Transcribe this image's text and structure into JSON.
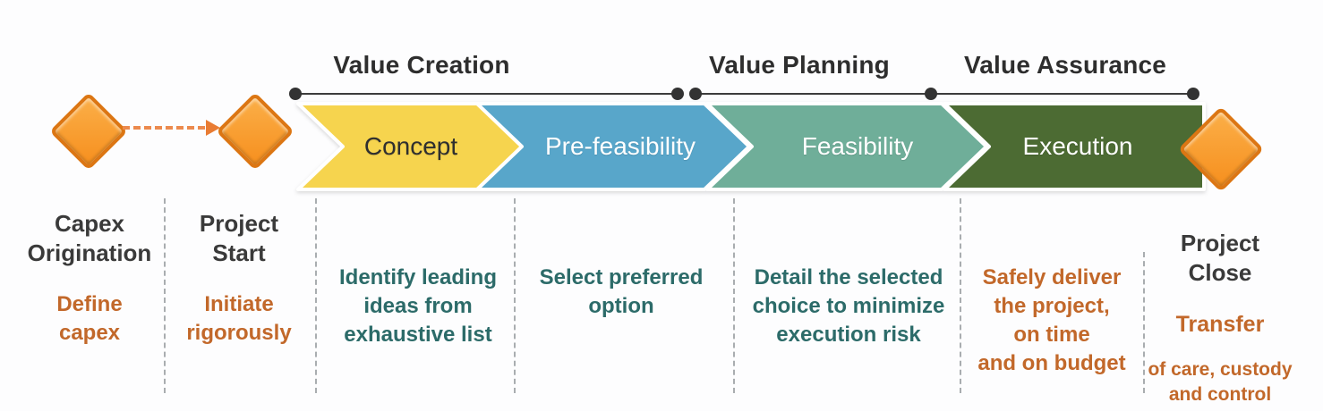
{
  "brackets": [
    {
      "label": "Value Creation"
    },
    {
      "label": "Value Planning"
    },
    {
      "label": "Value Assurance"
    }
  ],
  "phases": [
    {
      "label": "Concept",
      "fill": "#F6D44E",
      "label_color": "#2F2F2F",
      "note": "Identify leading\nideas from\nexhaustive list",
      "note_color": "#2C6B69"
    },
    {
      "label": "Pre-feasibility",
      "fill": "#58A6CA",
      "label_color": "#FFFFFF",
      "note": "Select preferred\noption",
      "note_color": "#2C6B69"
    },
    {
      "label": "Feasibility",
      "fill": "#6FAE99",
      "label_color": "#FFFFFF",
      "note": "Detail the selected\nchoice to minimize\nexecution risk",
      "note_color": "#2C6B69"
    },
    {
      "label": "Execution",
      "fill": "#4C6B33",
      "label_color": "#FFFFFF",
      "note": "Safely deliver\nthe project,\non time\nand on budget",
      "note_color": "#C2682A"
    }
  ],
  "milestones": [
    {
      "title": "Capex\nOrigination",
      "description": "Define\ncapex"
    },
    {
      "title": "Project\nStart",
      "description": "Initiate\nrigorously"
    },
    {
      "title": "Project\nClose",
      "description_lead": "Transfer",
      "description_rest": "of care, custody\nand control"
    }
  ],
  "colors": {
    "diamond_fill": "#F79421",
    "diamond_border": "#DC7613",
    "connector_orange": "#E8834B",
    "bracket_line": "#3C3C3C",
    "title_text": "#3A3A3A",
    "orange_text": "#C2682A",
    "teal_text": "#2C6B69",
    "background": "#FDFDFE"
  }
}
